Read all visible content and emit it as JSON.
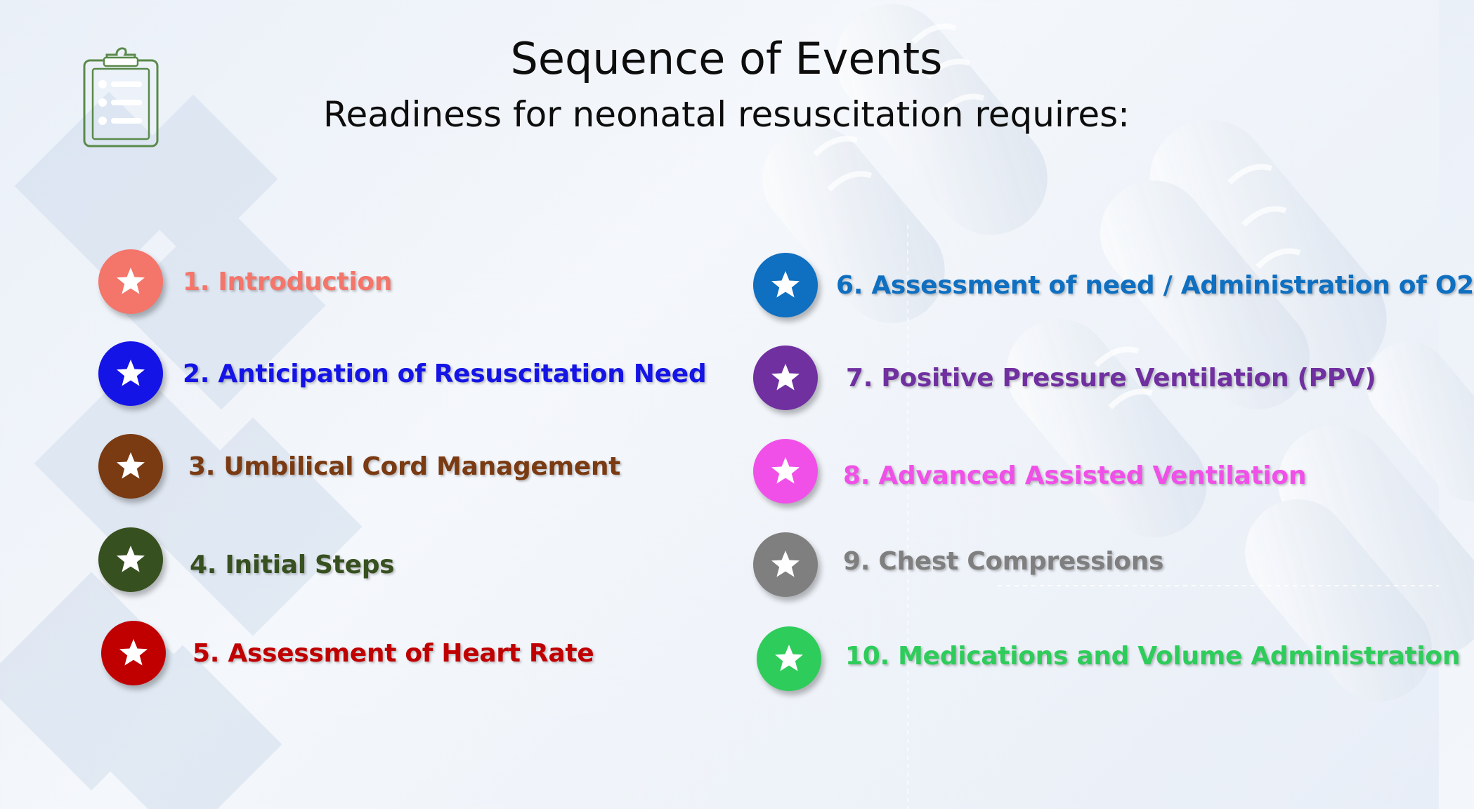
{
  "slide": {
    "title": "Sequence of Events",
    "subtitle": "Readiness for neonatal resuscitation requires:"
  },
  "items": [
    {
      "label": "1. Introduction",
      "color": "#f4756a",
      "icon": "star-icon"
    },
    {
      "label": "2. Anticipation of Resuscitation Need",
      "color": "#1414e6",
      "icon": "star-icon"
    },
    {
      "label": "3. Umbilical Cord Management",
      "color": "#7a3a12",
      "icon": "star-icon"
    },
    {
      "label": "4. Initial Steps",
      "color": "#37501f",
      "icon": "star-icon"
    },
    {
      "label": "5. Assessment of Heart Rate",
      "color": "#c00000",
      "icon": "star-icon"
    },
    {
      "label": "6. Assessment of need / Administration of O2",
      "color": "#0f6fc0",
      "icon": "star-icon"
    },
    {
      "label": "7. Positive Pressure Ventilation (PPV)",
      "color": "#7030a0",
      "icon": "star-icon"
    },
    {
      "label": "8. Advanced Assisted Ventilation",
      "color": "#f050e8",
      "icon": "star-icon"
    },
    {
      "label": "9. Chest Compressions",
      "color": "#7f7f7f",
      "icon": "star-icon"
    },
    {
      "label": "10. Medications and Volume Administration",
      "color": "#2ecc5a",
      "icon": "star-icon"
    }
  ],
  "colors": {
    "clipboard": "#5a8a4a"
  }
}
